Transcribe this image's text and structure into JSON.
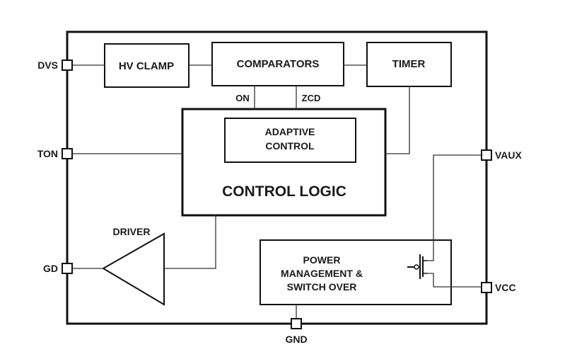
{
  "diagram": {
    "title": "Block diagram",
    "blocks": {
      "hv_clamp": "HV CLAMP",
      "comparators": "COMPARATORS",
      "timer": "TIMER",
      "adaptive_control_line1": "ADAPTIVE",
      "adaptive_control_line2": "CONTROL",
      "control_logic": "CONTROL LOGIC",
      "driver": "DRIVER",
      "power_line1": "POWER",
      "power_line2": "MANAGEMENT &",
      "power_line3": "SWITCH OVER"
    },
    "signals": {
      "on": "ON",
      "zcd": "ZCD"
    },
    "pins": {
      "dvs": "DVS",
      "ton": "TON",
      "gd": "GD",
      "vaux": "VAUX",
      "vcc": "VCC",
      "gnd": "GND"
    },
    "colors": {
      "stroke": "#111111",
      "wire": "#333333",
      "background": "#ffffff"
    }
  }
}
